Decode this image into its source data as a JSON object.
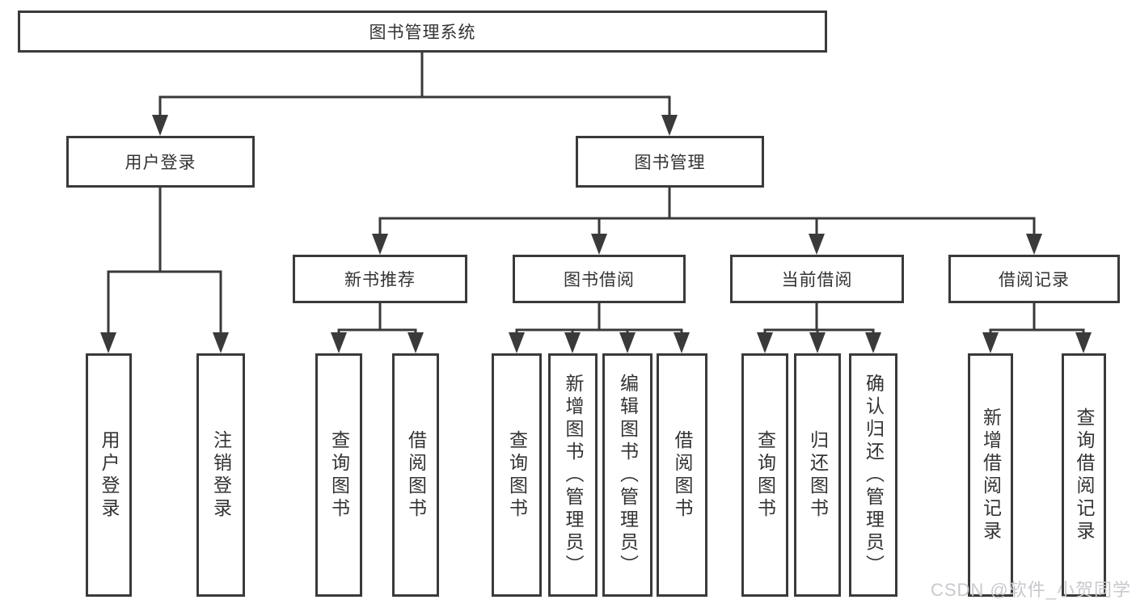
{
  "colors": {
    "line": "#3a3a3a",
    "box_border": "#3a3a3a",
    "text": "#333333",
    "watermark": "#c8c9cd",
    "background": "#ffffff"
  },
  "tree": {
    "label": "图书管理系统",
    "children": [
      {
        "label": "用户登录",
        "children": [
          {
            "label": "用户登录"
          },
          {
            "label": "注销登录"
          }
        ]
      },
      {
        "label": "图书管理",
        "children": [
          {
            "label": "新书推荐",
            "children": [
              {
                "label": "查询图书"
              },
              {
                "label": "借阅图书"
              }
            ]
          },
          {
            "label": "图书借阅",
            "children": [
              {
                "label": "查询图书"
              },
              {
                "label": "新增图书（管理员）"
              },
              {
                "label": "编辑图书（管理员）"
              },
              {
                "label": "借阅图书"
              }
            ]
          },
          {
            "label": "当前借阅",
            "children": [
              {
                "label": "查询图书"
              },
              {
                "label": "归还图书"
              },
              {
                "label": "确认归还（管理员）"
              }
            ]
          },
          {
            "label": "借阅记录",
            "children": [
              {
                "label": "新增借阅记录"
              },
              {
                "label": "查询借阅记录"
              }
            ]
          }
        ]
      }
    ]
  },
  "watermark": {
    "text": "CSDN @软件_小贺同学"
  }
}
